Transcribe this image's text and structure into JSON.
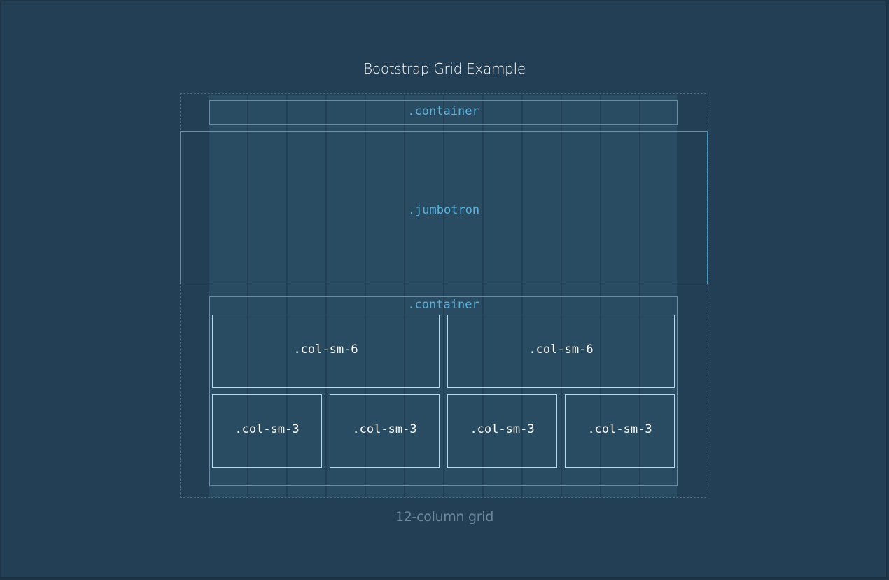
{
  "diagram": {
    "title": "Bootstrap Grid Example",
    "caption": "12-column grid",
    "grid_columns": 12,
    "top_container_label": ".container",
    "jumbotron_label": ".jumbotron",
    "bottom_container_label": ".container",
    "rows": [
      {
        "cells": [
          ".col-sm-6",
          ".col-sm-6"
        ]
      },
      {
        "cells": [
          ".col-sm-3",
          ".col-sm-3",
          ".col-sm-3",
          ".col-sm-3"
        ]
      }
    ]
  },
  "colors": {
    "background": "#223f55",
    "column_fill": "#2a4c63",
    "container_border": "#4a98bf",
    "container_label": "#5cb3dd",
    "cell_border": "#c9d6df",
    "caption": "#6f8799"
  }
}
